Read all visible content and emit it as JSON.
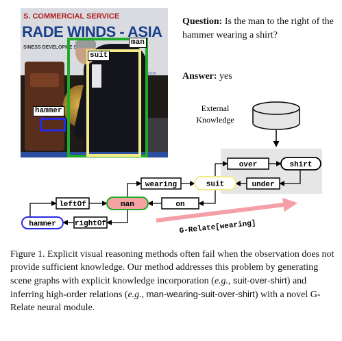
{
  "photo": {
    "banner_line1": "S. COMMERCIAL SERVICE",
    "banner_line2": "RADE WINDS - ASIA",
    "banner_line3": "SINESS DEVELOPME    SSION",
    "banner_line4": "Administration",
    "boxes": {
      "man": "man",
      "suit": "suit",
      "hammer": "hammer"
    }
  },
  "question": {
    "label": "Question:",
    "text": "Is the man to the right of the hammer wearing a shirt?"
  },
  "answer": {
    "label": "Answer:",
    "text": "yes"
  },
  "knowledge": {
    "label_line1": "External",
    "label_line2": "Knowledge"
  },
  "graph": {
    "nodes": {
      "hammer": "hammer",
      "man": "man",
      "suit": "suit",
      "shirt": "shirt"
    },
    "edges": {
      "leftOf": "leftOf",
      "rightOf": "rightOf",
      "wearing": "wearing",
      "on": "on",
      "over": "over",
      "under": "under"
    },
    "grelate": "G-Relate[wearing]"
  },
  "caption": {
    "p1": "Figure 1. Explicit visual reasoning methods often fail when the observation does not provide sufficient knowledge. Our method addresses this problem by generating scene graphs with explicit knowledge incorporation (",
    "eg1": "e.g.",
    "p2": ", ",
    "ex1": "suit-over-shirt",
    "p3": ") and inferring high-order relations (",
    "eg2": "e.g.",
    "p4": ", ",
    "ex2": "man-wearing-suit-over-shirt",
    "p5": ") with a novel G-Relate neural module."
  },
  "colors": {
    "man_box": "#1faa2a",
    "suit_box": "#f3ec86",
    "hammer_box": "#2a2ae0",
    "man_node_fill": "#f4a2a2",
    "man_node_stroke": "#1faa2a",
    "knowledge_panel": "#e6e6e6",
    "arrow_pink": "#f4a0a6"
  }
}
